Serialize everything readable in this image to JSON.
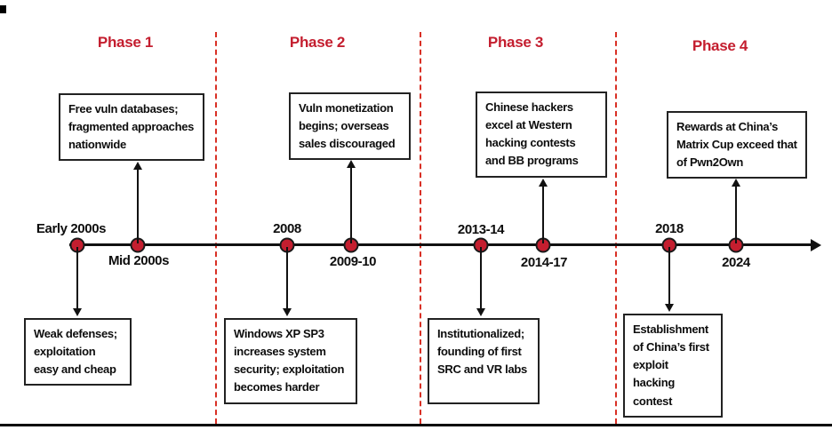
{
  "diagram": {
    "type": "timeline",
    "phases": [
      {
        "label": "Phase 1"
      },
      {
        "label": "Phase 2"
      },
      {
        "label": "Phase 3"
      },
      {
        "label": "Phase 4"
      }
    ],
    "events": [
      {
        "date": "Early 2000s",
        "side": "below",
        "text": "Weak defenses; exploitation easy and cheap"
      },
      {
        "date": "Mid 2000s",
        "side": "above",
        "text": "Free vuln databases; fragmented approaches nationwide"
      },
      {
        "date": "2008",
        "side": "below",
        "text": "Windows XP SP3 increases system security; exploitation becomes harder"
      },
      {
        "date": "2009-10",
        "side": "above",
        "text": "Vuln monetization begins; overseas sales discouraged"
      },
      {
        "date": "2013-14",
        "side": "below",
        "text": "Institutionalized; founding of first SRC and VR labs"
      },
      {
        "date": "2014-17",
        "side": "above",
        "text": "Chinese hackers excel at Western hacking contests and BB programs"
      },
      {
        "date": "2018",
        "side": "below",
        "text": "Establishment of China’s first exploit hacking contest"
      },
      {
        "date": "2024",
        "side": "above",
        "text": "Rewards at China’s Matrix Cup exceed that of Pwn2Own"
      }
    ],
    "colors": {
      "accent_red": "#c41e2f",
      "divider_red": "#d93025",
      "line_black": "#111111"
    }
  }
}
